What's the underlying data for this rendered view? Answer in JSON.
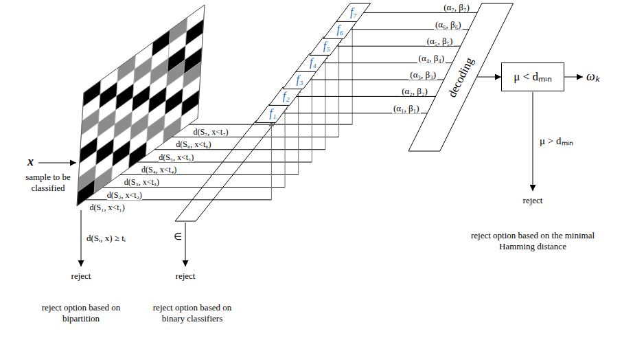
{
  "diagram": {
    "nodes": [
      {
        "text": [
          "f₁"
        ]
      },
      {
        "text": [
          "f₂"
        ]
      },
      {
        "text": [
          "f₃"
        ]
      },
      {
        "text": [
          "f₄"
        ]
      },
      {
        "text": [
          "f₅"
        ]
      },
      {
        "text": [
          "f₆"
        ]
      },
      {
        "text": [
          "f₇"
        ]
      },
      {
        "text": [
          "decoding"
        ]
      },
      {
        "text": [
          "μ < dₘᵢₙ"
        ]
      }
    ],
    "edges": [
      {
        "from": 0,
        "to": 7,
        "arrow": "none",
        "label": "(α₁, β₁)"
      },
      {
        "from": 1,
        "to": 7,
        "arrow": "none",
        "label": "(α₂, β₂)"
      },
      {
        "from": 2,
        "to": 7,
        "arrow": "none",
        "label": "(α₃, β₃)"
      },
      {
        "from": 3,
        "to": 7,
        "arrow": "none",
        "label": "(α₄, β₄)"
      },
      {
        "from": 4,
        "to": 7,
        "arrow": "none",
        "label": "(α₅, β₅)"
      },
      {
        "from": 5,
        "to": 7,
        "arrow": "none",
        "label": "(α₆, β₆)"
      },
      {
        "from": 6,
        "to": 7,
        "arrow": "none",
        "label": "(α₇, β₇)"
      },
      {
        "from": 7,
        "to": 8,
        "arrow": "to"
      }
    ],
    "labels": [
      "x",
      "sample to be classified",
      "d(S₁, x<t₁)",
      "d(S₂, x<t₂)",
      "d(S₃, x<t₃)",
      "d(S₄, x<t₄)",
      "d(S₅, x<t₅)",
      "d(S₆, x<t₆)",
      "d(S₇, x<t₇)",
      "d(Sᵢ, x) ≥ tᵢ",
      "reject",
      "reject option based on bipartition",
      "∈",
      "reject",
      "reject option based on binary classifiers",
      "ωₖ",
      "μ > dₘᵢₙ",
      "reject",
      "reject option based on the minimal Hamming distance"
    ]
  }
}
